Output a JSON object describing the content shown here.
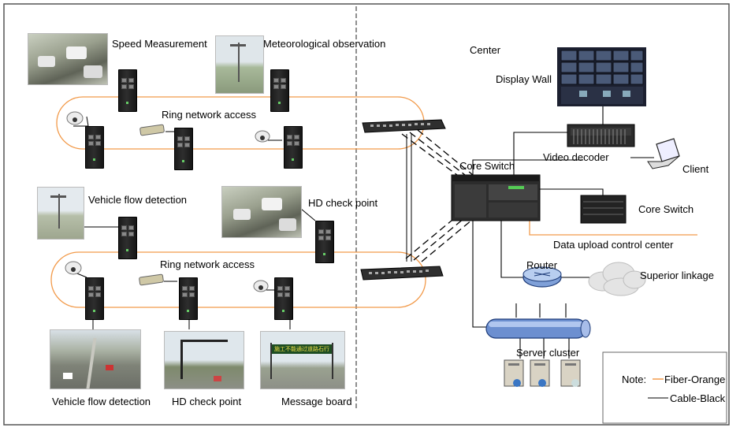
{
  "labels": {
    "speed_measurement": "Speed Measurement",
    "meteorological_observation": "Meteorological observation",
    "ring_network_access_top": "Ring network access",
    "ring_network_access_bottom": "Ring network access",
    "vehicle_flow_detection_top": "Vehicle flow detection",
    "hd_check_point_top": "HD check point",
    "vehicle_flow_detection_bottom": "Vehicle flow detection",
    "hd_check_point_bottom": "HD check point",
    "message_board": "Message board",
    "center": "Center",
    "display_wall": "Display Wall",
    "video_decoder": "Video decoder",
    "client": "Client",
    "core_switch_main": "Core Switch",
    "core_switch_right": "Core Switch",
    "data_upload_control_center": "Data upload control center",
    "router": "Router",
    "superior_linkage": "Superior linkage",
    "server_cluster": "Server cluster",
    "message_board_sign_text": "施工不能通过道路石行"
  },
  "legend": {
    "note": "Note:",
    "fiber": "Fiber-Orange",
    "cable": "Cable-Black"
  },
  "colors": {
    "fiber": "#f29a4a",
    "cable": "#000000",
    "border": "#333333"
  }
}
